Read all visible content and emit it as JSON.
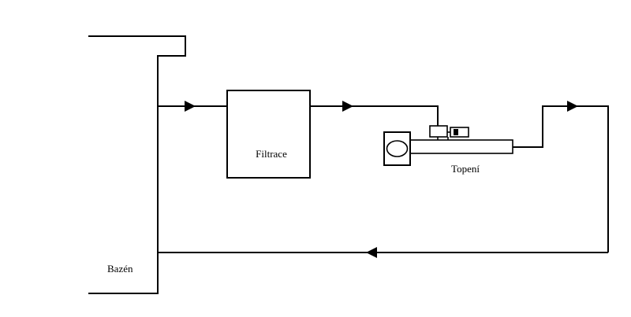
{
  "diagram": {
    "labels": {
      "filtration": "Filtrace",
      "heating": "Topení",
      "pool": "Bazén"
    },
    "flow_direction": "clockwise",
    "line_color": "#000000",
    "background_color": "#ffffff"
  }
}
